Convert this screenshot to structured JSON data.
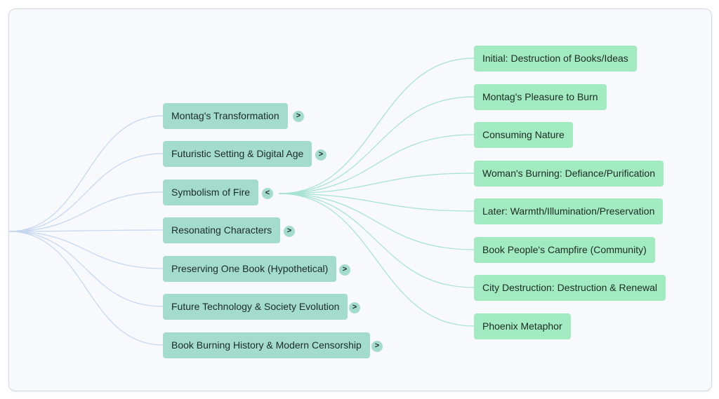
{
  "mindmap": {
    "branches": [
      {
        "label": "Montag's Transformation",
        "toggle": ">"
      },
      {
        "label": "Futuristic Setting & Digital Age",
        "toggle": ">"
      },
      {
        "label": "Symbolism of Fire",
        "toggle": "<"
      },
      {
        "label": "Resonating Characters",
        "toggle": ">"
      },
      {
        "label": "Preserving One Book (Hypothetical)",
        "toggle": ">"
      },
      {
        "label": "Future Technology & Society Evolution",
        "toggle": ">"
      },
      {
        "label": "Book Burning History & Modern Censorship",
        "toggle": ">"
      }
    ],
    "expanded_children": [
      "Initial: Destruction of Books/Ideas",
      "Montag's Pleasure to Burn",
      "Consuming Nature",
      "Woman's Burning: Defiance/Purification",
      "Later: Warmth/Illumination/Preservation",
      "Book People's Campfire (Community)",
      "City Destruction: Destruction & Renewal",
      "Phoenix Metaphor"
    ]
  },
  "colors": {
    "branch_node": "#a3dccd",
    "leaf_node": "#a2eac0",
    "root_links": "#c5d6ef",
    "child_links": "#a6e2cf",
    "canvas": "#f7f9fd"
  }
}
